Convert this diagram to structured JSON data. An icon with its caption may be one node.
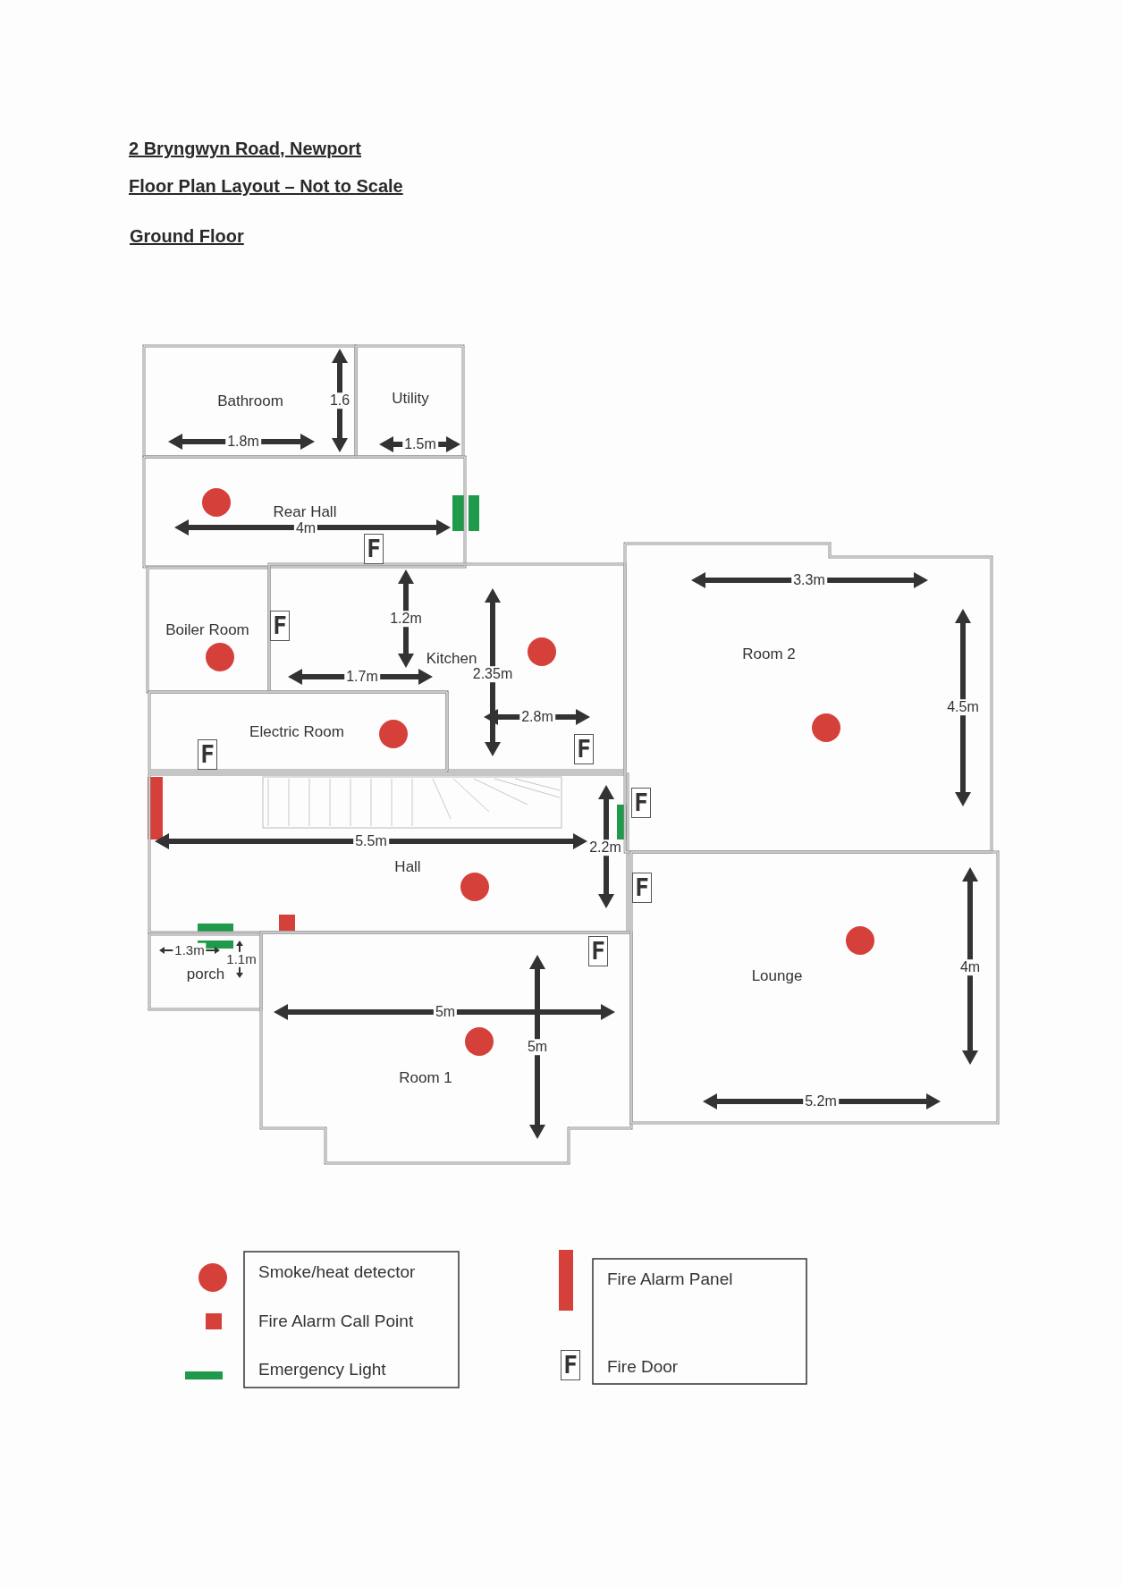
{
  "diagram": {
    "title": "2 Bryngwyn Road, Newport",
    "nodes": [
      {
        "text": [
          "Bathroom"
        ]
      },
      {
        "text": [
          "Utility"
        ]
      },
      {
        "text": [
          "Rear Hall"
        ]
      },
      {
        "text": [
          "Boiler Room"
        ]
      },
      {
        "text": [
          "Kitchen"
        ]
      },
      {
        "text": [
          "Electric Room"
        ]
      },
      {
        "text": [
          "Hall"
        ]
      },
      {
        "text": [
          "porch"
        ]
      },
      {
        "text": [
          "Room 1"
        ]
      },
      {
        "text": [
          "Room 2"
        ]
      },
      {
        "text": [
          "Lounge"
        ]
      }
    ],
    "labels": [
      "Floor Plan Layout – Not to Scale",
      "Ground Floor",
      "1.6",
      "1.8m",
      "1.5m",
      "4m",
      "F",
      "1.2m",
      "F",
      "1.7m",
      "2.35m",
      "2.8m",
      "F",
      "F",
      "5.5m",
      "2.2m",
      "F",
      "3.3m",
      "4.5m",
      "F",
      "1.3m",
      "1.1m",
      "F",
      "5m",
      "5m",
      "4m",
      "5.2m",
      "F"
    ],
    "legend": [
      {
        "text": "Smoke/heat detector",
        "color": "#d6403a"
      },
      {
        "text": "Fire Alarm Call Point",
        "color": "#d6403a"
      },
      {
        "text": "Emergency Light",
        "color": "#1f9a4a"
      },
      {
        "text": "Fire Alarm Panel",
        "color": "#d6403a"
      },
      {
        "text": "Fire Door"
      }
    ]
  }
}
